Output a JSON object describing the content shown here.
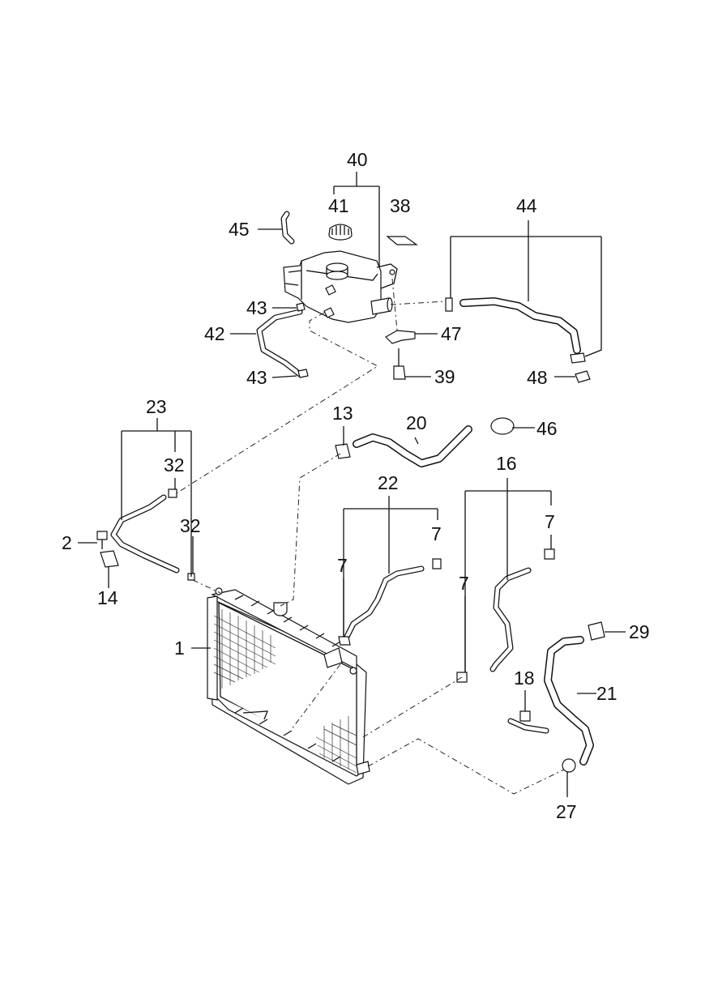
{
  "diagram": {
    "callouts": {
      "c40": "40",
      "c41": "41",
      "c38": "38",
      "c44": "44",
      "c45": "45",
      "c43a": "43",
      "c42": "42",
      "c43b": "43",
      "c47": "47",
      "c39": "39",
      "c48": "48",
      "c23": "23",
      "c13": "13",
      "c20": "20",
      "c46": "46",
      "c32a": "32",
      "c16": "16",
      "c22": "22",
      "c2": "2",
      "c32b": "32",
      "c7a": "7",
      "c7b": "7",
      "c7c": "7",
      "c14": "14",
      "c7d": "7",
      "c29": "29",
      "c1": "1",
      "c18": "18",
      "c21": "21",
      "c27": "27"
    }
  }
}
